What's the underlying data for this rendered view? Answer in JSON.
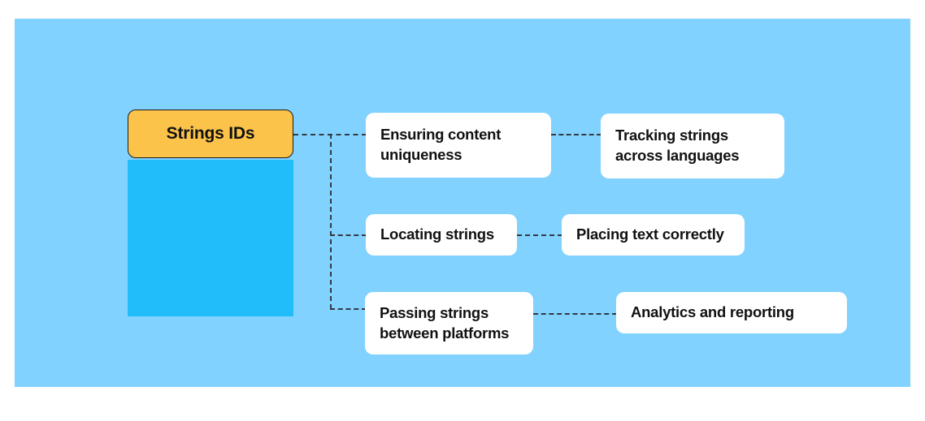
{
  "diagram": {
    "title_node": {
      "label": "Strings IDs",
      "fill_color": "#fcc34b",
      "border_color": "#1a1a1a"
    },
    "canvas": {
      "background_color": "#82d2ff",
      "block_color": "#21bdfb"
    },
    "connector_color": "#333a44",
    "card_background": "#ffffff",
    "card_text_color": "#111111",
    "rows": [
      {
        "primary": "Ensuring content\nuniqueness",
        "secondary": "Tracking strings\nacross languages"
      },
      {
        "primary": "Locating strings",
        "secondary": "Placing text correctly"
      },
      {
        "primary": "Passing strings\nbetween platforms",
        "secondary": "Analytics and reporting"
      }
    ]
  }
}
